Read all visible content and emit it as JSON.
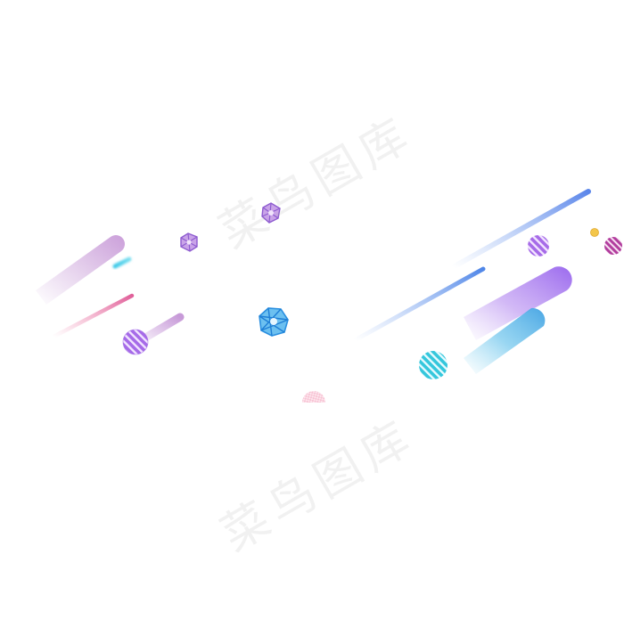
{
  "watermark": {
    "text": "菜鸟图库"
  },
  "colors": {
    "purple": "#a06cf0",
    "blue": "#4f86e8",
    "cyan": "#3ec9e8",
    "pink": "#e0609a",
    "lavender": "#b888d8",
    "gold": "#f0c040"
  },
  "elements": {
    "streaks": [
      "gradient-streak"
    ],
    "balls": [
      "striped-ball"
    ],
    "gems": [
      "wireframe-gem"
    ],
    "dome": "checkered-half-dome"
  }
}
